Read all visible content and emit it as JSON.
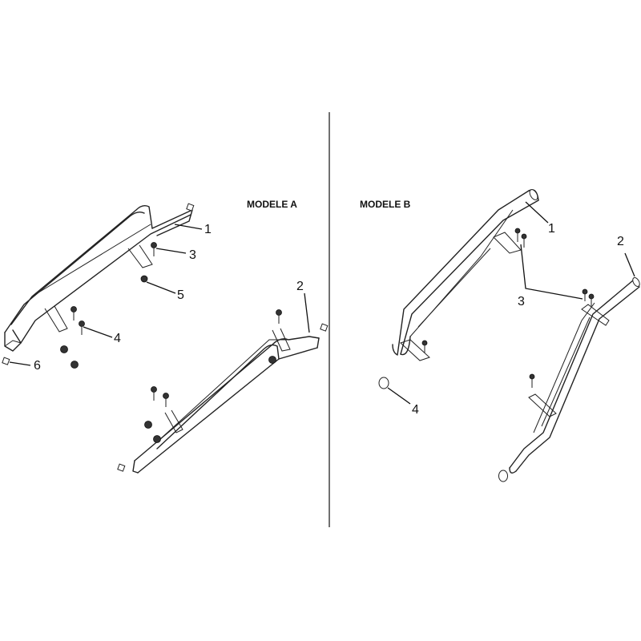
{
  "diagram": {
    "divider_color": "#333333",
    "line_color": "#222222",
    "model_a": {
      "title": "MODELE A",
      "callouts": [
        "1",
        "2",
        "3",
        "4",
        "5",
        "6"
      ]
    },
    "model_b": {
      "title": "MODELE B",
      "callouts": [
        "1",
        "2",
        "3",
        "4"
      ]
    }
  }
}
